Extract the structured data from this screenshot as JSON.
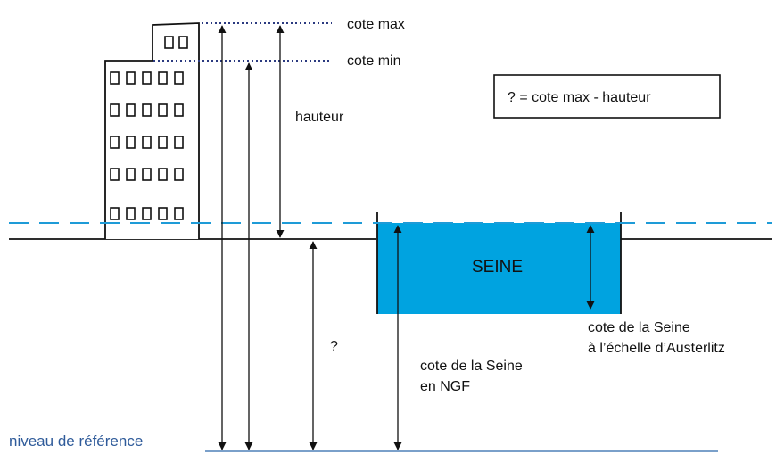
{
  "labels": {
    "cote_max": "cote max",
    "cote_min": "cote min",
    "hauteur": "hauteur",
    "formula": "? = cote max - hauteur",
    "seine": "SEINE",
    "question": "?",
    "seine_ngf_line1": "cote de la Seine",
    "seine_ngf_line2": "en NGF",
    "austerlitz_line1": "cote de la Seine",
    "austerlitz_line2": "à l’échelle d’Austerlitz",
    "reference": "niveau de référence"
  },
  "colors": {
    "river_fill": "#00a3e0",
    "dashed_water_line": "#1e9bd7",
    "reference_line": "#4f80b8",
    "reference_text": "#2f5b9a",
    "dotted_guides": "#2b3a80",
    "ink": "#111111"
  }
}
